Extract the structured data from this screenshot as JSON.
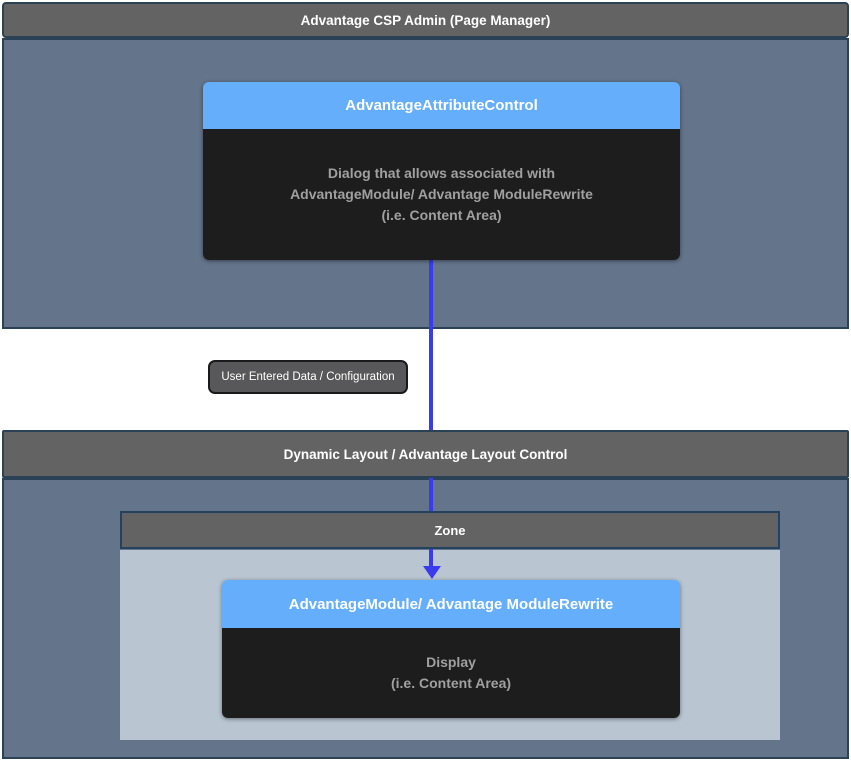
{
  "admin": {
    "title": "Advantage CSP Admin (Page Manager)",
    "attribute_control": {
      "title": "AdvantageAttributeControl",
      "body_lines": [
        "Dialog that allows associated with",
        "AdvantageModule/ Advantage ModuleRewrite",
        "(i.e. Content Area)"
      ]
    }
  },
  "flow": {
    "label": "User Entered Data / Configuration"
  },
  "layout": {
    "title": "Dynamic Layout / Advantage Layout Control",
    "zone": {
      "title": "Zone",
      "module": {
        "title": "AdvantageModule/ Advantage ModuleRewrite",
        "body_lines": [
          "Display",
          "(i.e. Content Area)"
        ]
      }
    }
  },
  "colors": {
    "section_header_bg": "#636363",
    "panel_bg": "#64748b",
    "panel_border": "#2b4156",
    "zone_content_bg": "#b9c6d2",
    "node_header_bg": "#64aefb",
    "node_body_bg": "#1d1d1d",
    "node_body_text": "#a0a0a0",
    "flow_label_bg": "#58585a",
    "arrow": "#3a3aee"
  }
}
